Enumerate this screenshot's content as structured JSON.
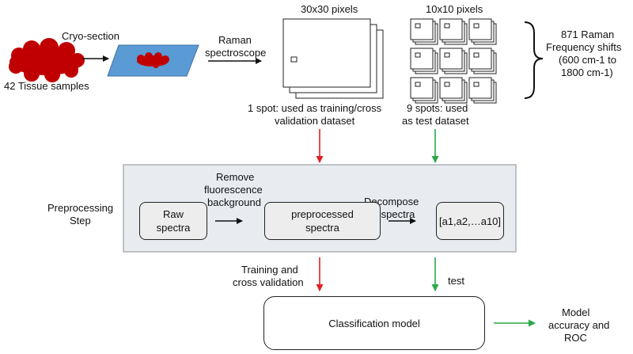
{
  "labels": {
    "cryo_section": "Cryo-section",
    "tissue_samples": "42 Tissue samples",
    "raman_spectroscope_1": "Raman",
    "raman_spectroscope_2": "spectroscope",
    "pixels_30": "30x30 pixels",
    "pixels_10": "10x10 pixels",
    "freq_1": "871 Raman",
    "freq_2": "Frequency shifts",
    "freq_3": "(600 cm-1 to",
    "freq_4": "1800 cm-1)",
    "train_spot_1": "1 spot: used as training/cross",
    "train_spot_2": "validation dataset",
    "test_spot_1": "9 spots: used",
    "test_spot_2": "as test dataset",
    "preproc_step_1": "Preprocessing",
    "preproc_step_2": "Step",
    "remove_fluor_1": "Remove",
    "remove_fluor_2": "fluorescence",
    "remove_fluor_3": "background",
    "decompose_1": "Decompose",
    "decompose_2": "the spectra",
    "train_cv_1": "Training and",
    "train_cv_2": "cross validation",
    "test": "test",
    "model_acc_1": "Model",
    "model_acc_2": "accuracy and",
    "model_acc_3": "ROC"
  },
  "boxes": {
    "raw_spectra_1": "Raw",
    "raw_spectra_2": "spectra",
    "preprocessed_1": "preprocessed",
    "preprocessed_2": "spectra",
    "coefficients": "[a1,a2,…a10]",
    "classification": "Classification model"
  },
  "colors": {
    "tissue": "#c00000",
    "slide": "#5b9bd5",
    "panel": "#e8ecf1",
    "arrow_red": "#e02020",
    "arrow_green": "#2aa84a"
  }
}
